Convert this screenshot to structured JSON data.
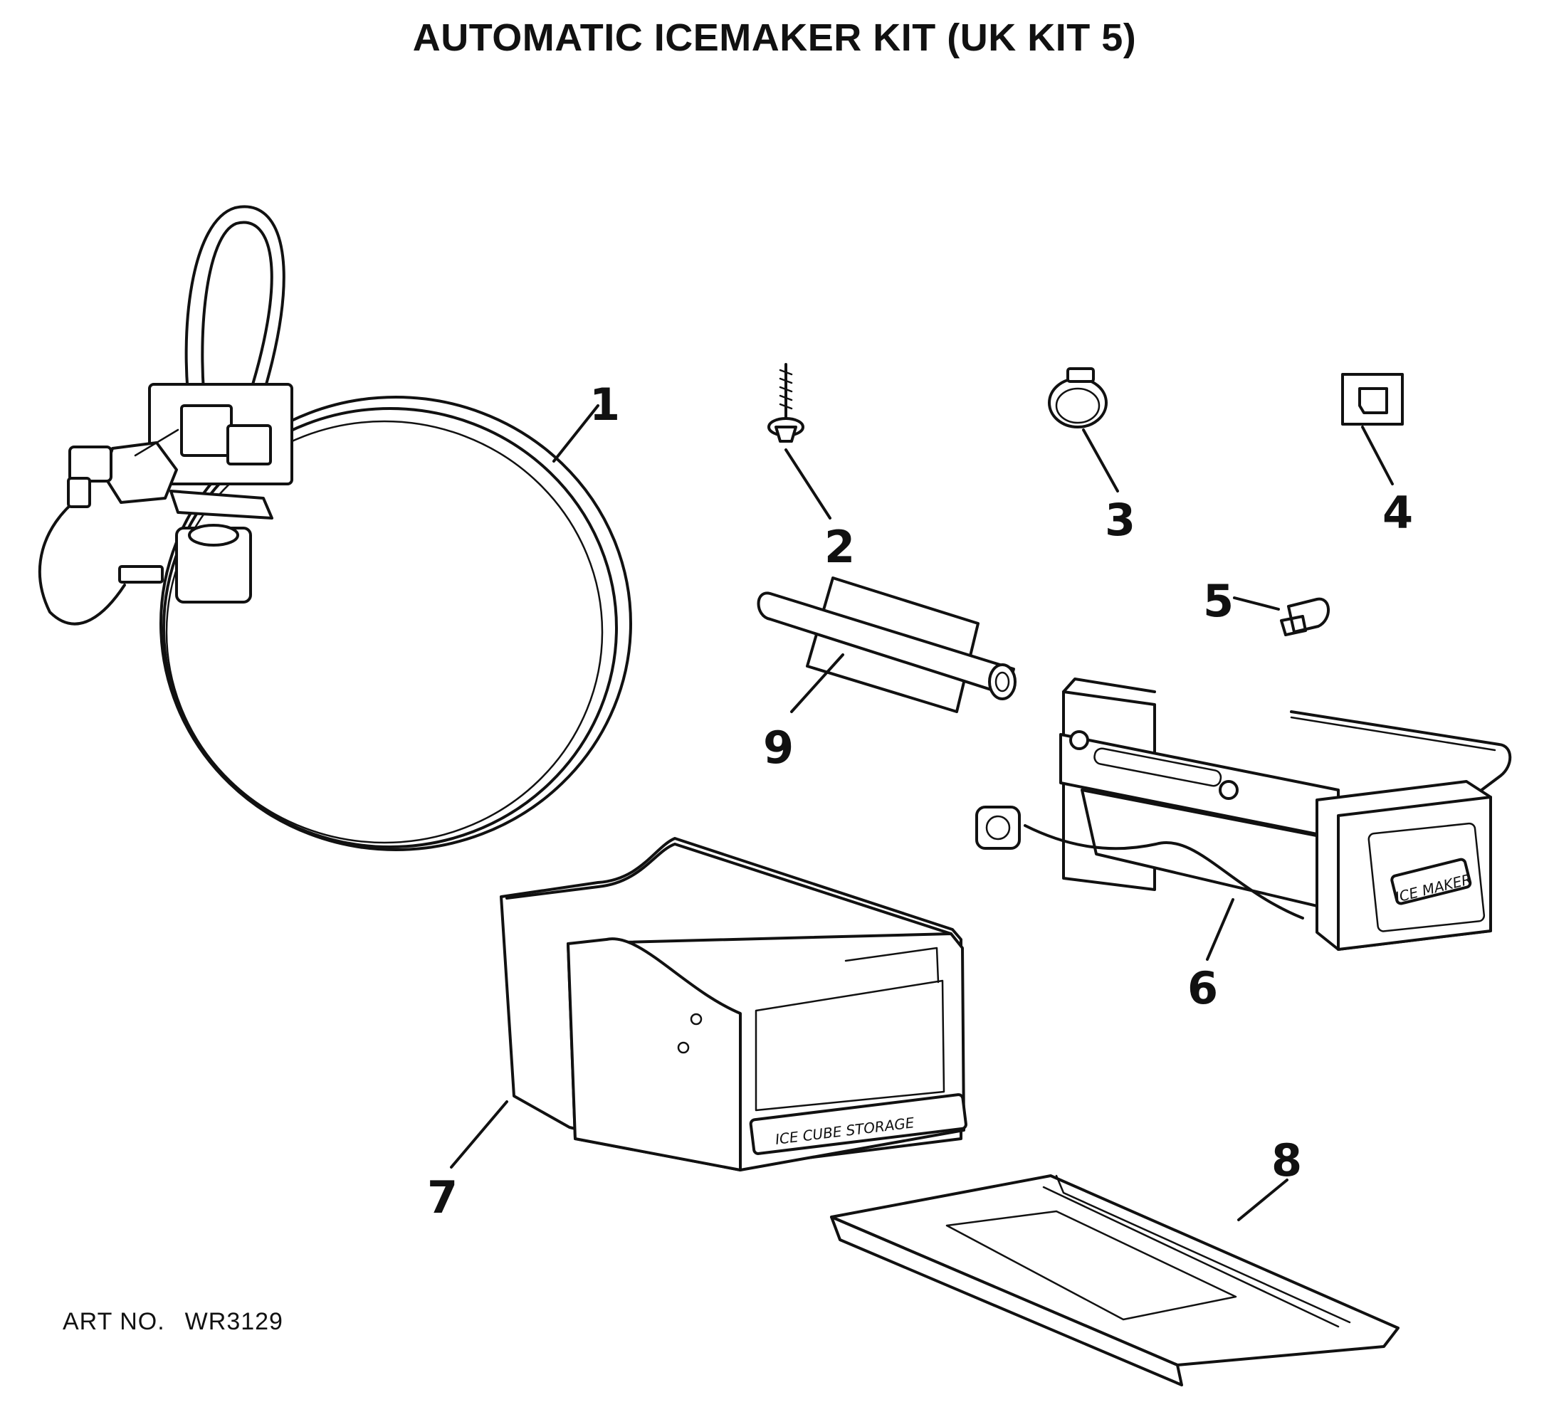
{
  "title": "AUTOMATIC ICEMAKER KIT (UK KIT 5)",
  "art_no": {
    "label": "ART NO.",
    "value": "WR3129"
  },
  "callouts": [
    "1",
    "2",
    "3",
    "4",
    "5",
    "6",
    "7",
    "8",
    "9"
  ],
  "part_labels": {
    "ice_maker": "ICE MAKER",
    "ice_cube_storage": "ICE CUBE STORAGE"
  }
}
